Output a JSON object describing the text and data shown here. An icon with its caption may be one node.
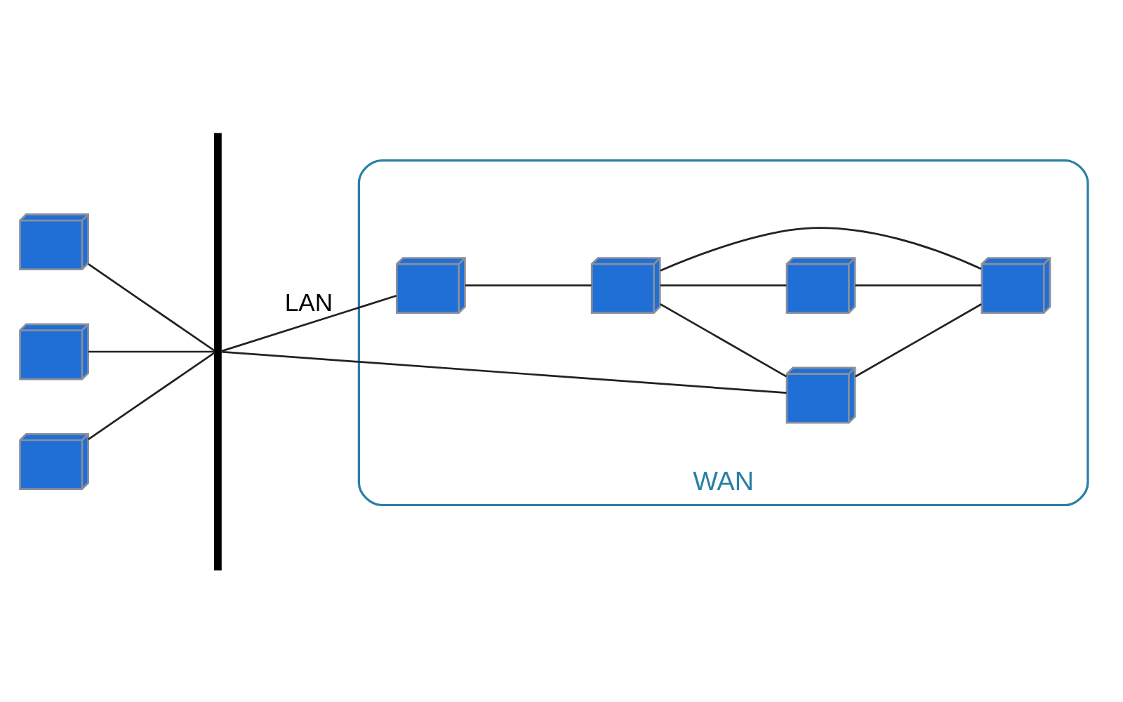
{
  "diagram": {
    "nodes": [
      {
        "text": [],
        "shape": "picture"
      },
      {
        "text": [],
        "shape": "picture"
      },
      {
        "text": [],
        "shape": "picture"
      },
      {
        "text": [],
        "shape": "bar"
      },
      {
        "text": [
          "WAN"
        ]
      },
      {
        "text": [],
        "shape": "picture",
        "in": 4
      },
      {
        "text": [],
        "shape": "picture",
        "in": 4
      },
      {
        "text": [],
        "shape": "picture",
        "in": 4
      },
      {
        "text": [],
        "shape": "picture",
        "in": 4
      },
      {
        "text": [],
        "shape": "picture",
        "in": 4
      }
    ],
    "edges": [
      {
        "from": 0,
        "to": 3,
        "arrow": "none"
      },
      {
        "from": 1,
        "to": 3,
        "arrow": "none"
      },
      {
        "from": 2,
        "to": 3,
        "arrow": "none"
      },
      {
        "from": 3,
        "to": 5,
        "arrow": "none",
        "label": "LAN"
      },
      {
        "from": 3,
        "to": 8,
        "arrow": "none"
      },
      {
        "from": 5,
        "to": 6,
        "arrow": "none"
      },
      {
        "from": 6,
        "to": 7,
        "arrow": "none"
      },
      {
        "from": 6,
        "to": 8,
        "arrow": "none"
      },
      {
        "from": 6,
        "to": 9,
        "arrow": "none"
      },
      {
        "from": 7,
        "to": 9,
        "arrow": "none"
      },
      {
        "from": 8,
        "to": 9,
        "arrow": "none"
      }
    ]
  }
}
